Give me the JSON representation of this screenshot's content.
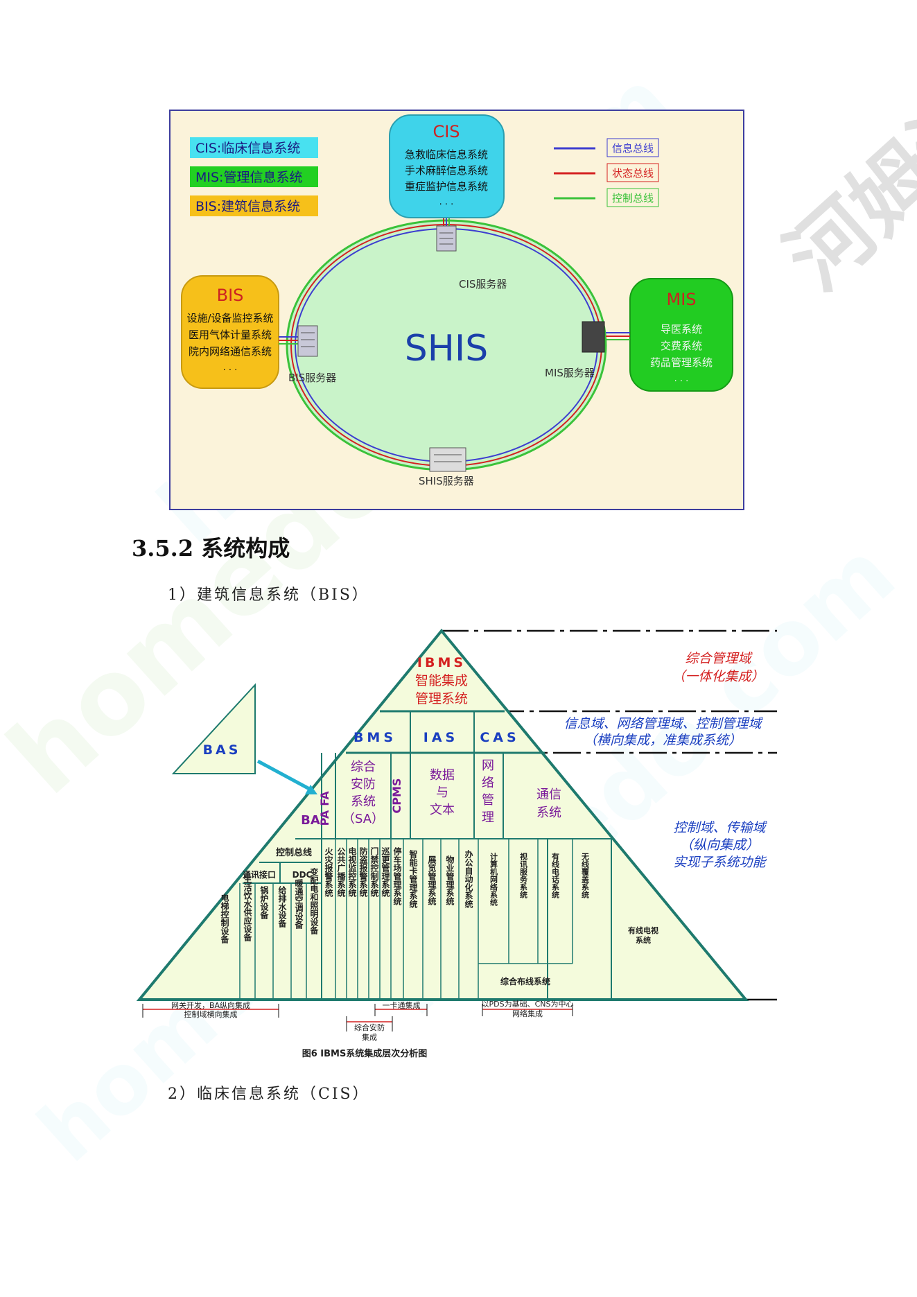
{
  "watermarks": [
    "homedo.com",
    "homedo.com",
    "河姆渡",
    "homedo.com",
    "homedo.com"
  ],
  "figure1": {
    "legend_left": [
      "CIS:临床信息系统",
      "MIS:管理信息系统",
      "BIS:建筑信息系统"
    ],
    "legend_right": [
      "信息总线",
      "状态总线",
      "控制总线"
    ],
    "center": "SHIS",
    "cis": {
      "title": "CIS",
      "lines": [
        "急救临床信息系统",
        "手术麻醉信息系统",
        "重症监护信息系统",
        "· · ·"
      ]
    },
    "bis": {
      "title": "BIS",
      "lines": [
        "设施/设备监控系统",
        "医用气体计量系统",
        "院内网络通信系统",
        "· · ·"
      ]
    },
    "mis": {
      "title": "MIS",
      "lines": [
        "导医系统",
        "交费系统",
        "药品管理系统",
        "· · ·"
      ]
    },
    "servers": {
      "cis": "CIS服务器",
      "bis": "BIS服务器",
      "mis": "MIS服务器",
      "shis": "SHIS服务器"
    },
    "colors": {
      "bg": "#fbf3da",
      "cis": "#3fd3ea",
      "bis": "#f6c01a",
      "mis": "#22cc22",
      "ring": "#c9f3c9",
      "frame": "#3d3d9e"
    }
  },
  "section": {
    "number_title": "3.5.2 系统构成",
    "item1": "1）建筑信息系统（BIS）",
    "item2": "2）临床信息系统（CIS）"
  },
  "figure2": {
    "caption": "图6 IBMS系统集成层次分析图",
    "top": [
      "IBMS",
      "智能集成",
      "管理系统"
    ],
    "bms": "BMS",
    "ias": "IAS",
    "cas": "CAS",
    "bas": "BAS",
    "ba": "BA",
    "fa": "FA",
    "pa": "PA",
    "cpms": "CPMS",
    "sa": [
      "综合",
      "安防",
      "系统",
      "（SA）"
    ],
    "data_text": [
      "数据",
      "与",
      "文本"
    ],
    "network": [
      "网",
      "络",
      "管",
      "理"
    ],
    "comm": [
      "通信",
      "系统"
    ],
    "control_bus": "控制总线",
    "comm_port": "通讯接口",
    "ddc": "DDC",
    "ba_cols": [
      "电梯控制设备",
      "生活饮水供应设备",
      "锅炉设备",
      "给排水设备",
      "暖通空调设备",
      "变配电和照明设备"
    ],
    "mid_cols": [
      "火灾报警系统",
      "公共广播系统",
      "电视监控系统",
      "防盗报警系统",
      "门禁控制系统",
      "巡更管理系统",
      "停车场管理系统",
      "智能卡管理系统",
      "展览管理系统",
      "物业管理系统",
      "办公自动化系统"
    ],
    "cas_cols": [
      "计算机网络系统",
      "视讯服务系统",
      "有线电话系统",
      "无线覆盖系统"
    ],
    "cable_tv": [
      "有线电视",
      "系统"
    ],
    "cabling": "综合布线系统",
    "domains": {
      "top": [
        "综合管理域",
        "（一体化集成）"
      ],
      "mid": [
        "信息域、网络管理域、控制管理域",
        "（横向集成，准集成系统）"
      ],
      "bottom": [
        "控制域、传输域",
        "（纵向集成）",
        "实现子系统功能"
      ]
    },
    "bottom_notes": {
      "left": [
        "网关开发，BA纵向集成",
        "控制域横向集成"
      ],
      "security": [
        "综合安防",
        "集成"
      ],
      "card": "一卡通集成",
      "pds": [
        "以PDS为基础、CNS为中心",
        "网络集成"
      ]
    },
    "colors": {
      "line": "#1e7a6e",
      "blue": "#1a3fc0",
      "purple": "#7a1a9a",
      "red": "#d42020",
      "fill": "#f4fbdc"
    }
  }
}
